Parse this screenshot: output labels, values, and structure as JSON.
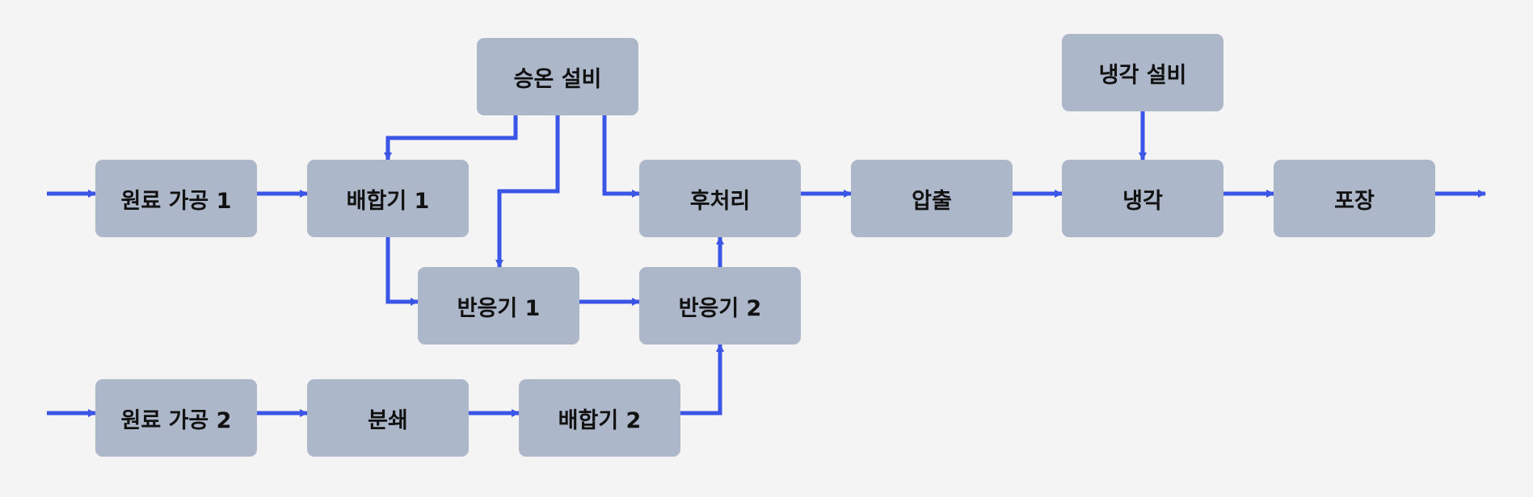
{
  "diagram": {
    "colors": {
      "background": "#f4f4f5",
      "node_fill": "#adb7ca",
      "edge": "#3b55e6",
      "text": "#111111"
    },
    "nodes": {
      "raw1": "원료 가공 1",
      "mixer1": "배합기 1",
      "heater": "승온 설비",
      "post": "후처리",
      "extrude": "압출",
      "cooler_equipment": "냉각 설비",
      "cooling": "냉각",
      "packaging": "포장",
      "reactor1": "반응기 1",
      "reactor2": "반응기 2",
      "raw2": "원료 가공 2",
      "crush": "분쇄",
      "mixer2": "배합기 2"
    },
    "edges": [
      {
        "from": "input",
        "to": "raw1"
      },
      {
        "from": "raw1",
        "to": "mixer1"
      },
      {
        "from": "heater",
        "to": "mixer1"
      },
      {
        "from": "heater",
        "to": "reactor1"
      },
      {
        "from": "heater",
        "to": "post"
      },
      {
        "from": "mixer1",
        "to": "reactor1"
      },
      {
        "from": "reactor1",
        "to": "reactor2"
      },
      {
        "from": "reactor2",
        "to": "post"
      },
      {
        "from": "post",
        "to": "extrude"
      },
      {
        "from": "extrude",
        "to": "cooling"
      },
      {
        "from": "cooler_equipment",
        "to": "cooling"
      },
      {
        "from": "cooling",
        "to": "packaging"
      },
      {
        "from": "packaging",
        "to": "output"
      },
      {
        "from": "input",
        "to": "raw2"
      },
      {
        "from": "raw2",
        "to": "crush"
      },
      {
        "from": "crush",
        "to": "mixer2"
      },
      {
        "from": "mixer2",
        "to": "reactor2"
      }
    ]
  }
}
